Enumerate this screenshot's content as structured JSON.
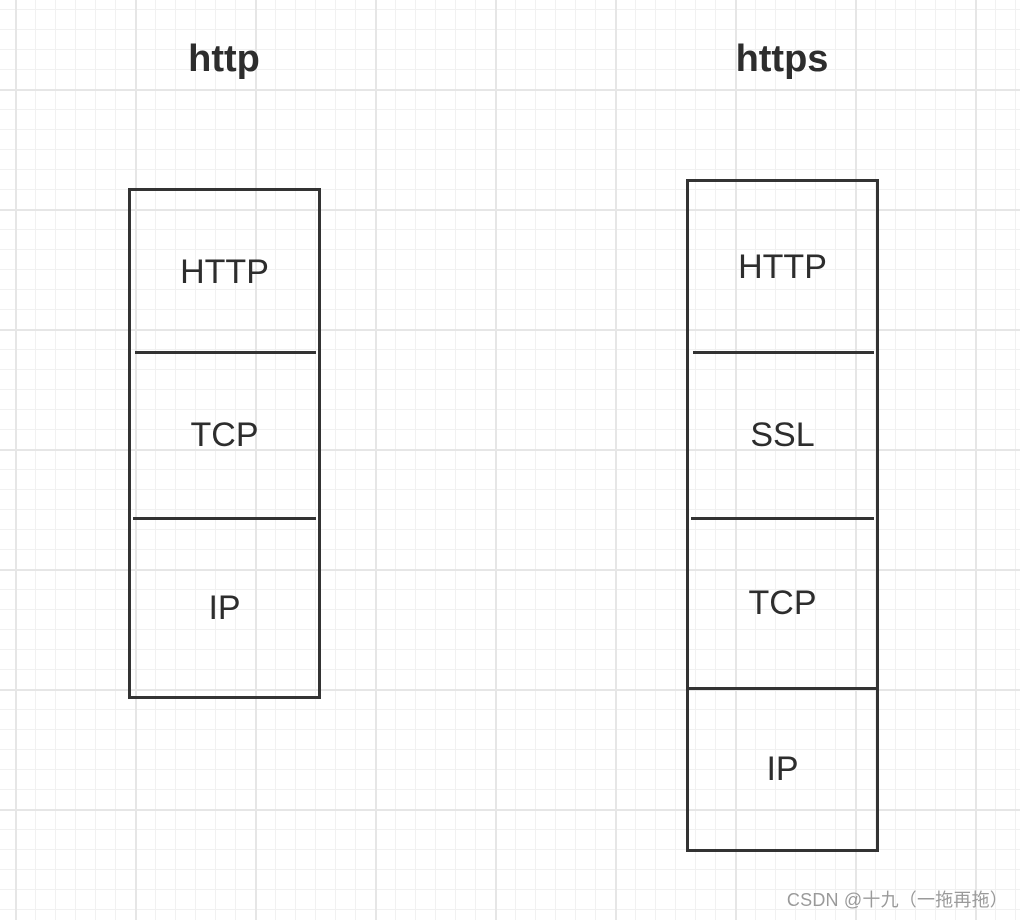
{
  "diagram": {
    "left": {
      "title": "http",
      "layers": [
        "HTTP",
        "TCP",
        "IP"
      ]
    },
    "right": {
      "title": "https",
      "layers": [
        "HTTP",
        "SSL",
        "TCP",
        "IP"
      ]
    }
  },
  "watermark": "CSDN @十九（一拖再拖）",
  "colors": {
    "border": "#333333",
    "text": "#2d2d2d",
    "grid_major": "#e6e6e6",
    "grid_minor": "#f1f1f1",
    "watermark": "#9a9a9a"
  }
}
